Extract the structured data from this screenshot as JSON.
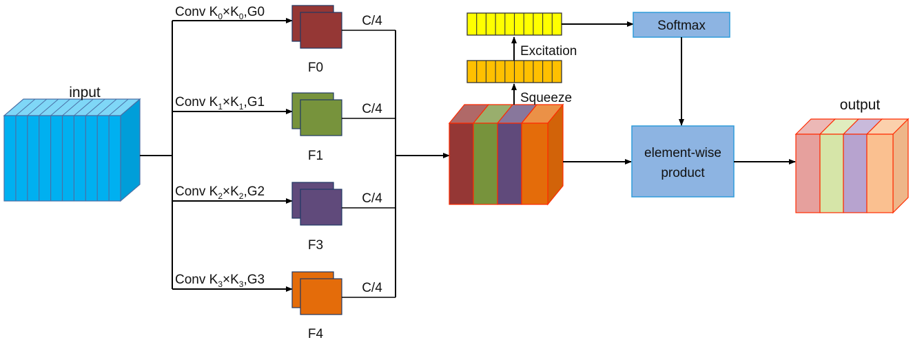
{
  "input": {
    "label": "input"
  },
  "branches": [
    {
      "conv_prefix": "Conv K",
      "k1": "0",
      "times": "×",
      "k2": "0",
      "group": ",G0",
      "channels": "C/4",
      "feature": "F0",
      "color": "#953735"
    },
    {
      "conv_prefix": "Conv K",
      "k1": "1",
      "times": "×",
      "k2": "1",
      "group": ",G1",
      "channels": "C/4",
      "feature": "F1",
      "color": "#77933C"
    },
    {
      "conv_prefix": "Conv K",
      "k1": "2",
      "times": "×",
      "k2": "2",
      "group": ",G2",
      "channels": "C/4",
      "feature": "F3",
      "color": "#604A7B"
    },
    {
      "conv_prefix": "Conv K",
      "k1": "3",
      "times": "×",
      "k2": "3",
      "group": ",G3",
      "channels": "C/4",
      "feature": "F4",
      "color": "#E46C0A"
    }
  ],
  "se_block": {
    "squeeze_label": "Squeeze",
    "excitation_label": "Excitation",
    "squeeze_color": "#FFC000",
    "excitation_color": "#FFFF00"
  },
  "softmax": {
    "label": "Softmax",
    "color": "#8DB4E2"
  },
  "product": {
    "line1": "element-wise",
    "line2": "product",
    "color": "#8DB4E2"
  },
  "output": {
    "label": "output",
    "band_colors": [
      "#E6A09D",
      "#D6E5A8",
      "#B7A3CF",
      "#FAC090"
    ]
  },
  "colors": {
    "input_fill": "#00B0F0",
    "cube_border": "#FF2A00"
  }
}
